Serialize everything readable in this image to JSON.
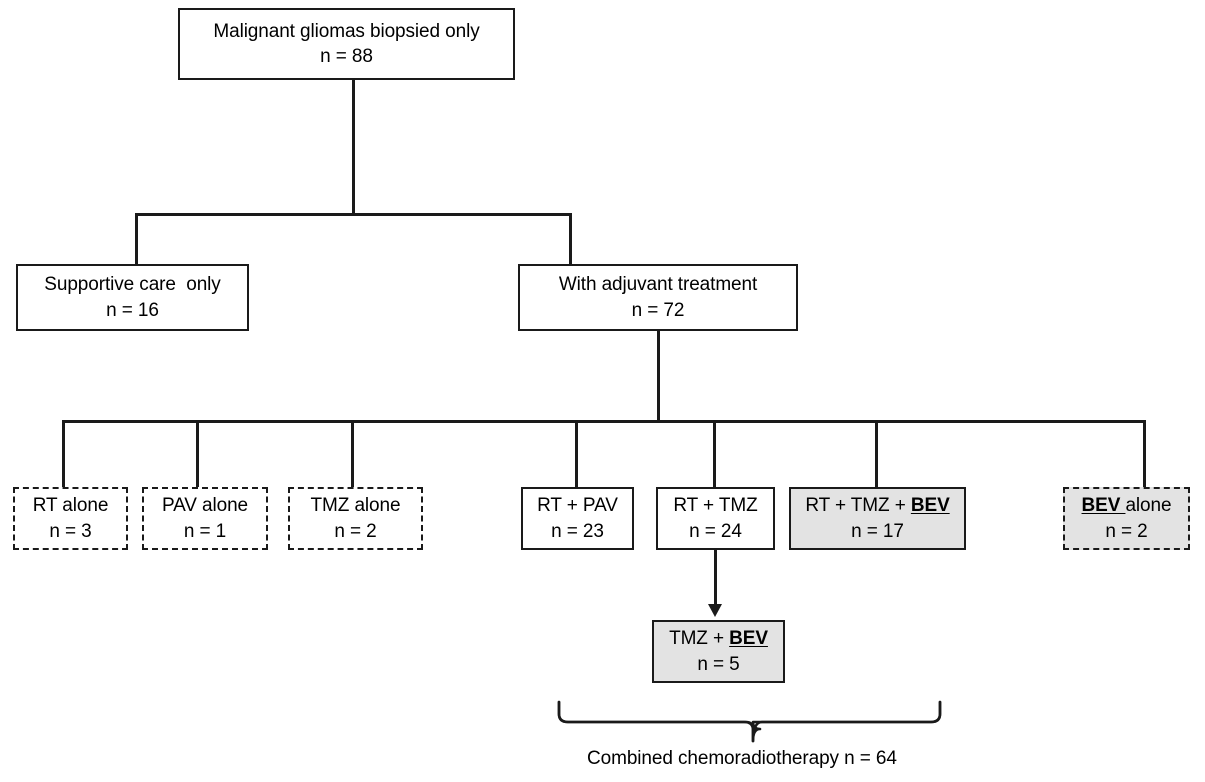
{
  "diagram": {
    "title_node": {
      "label": "Malignant gliomas biopsied only",
      "count": "n = 88"
    },
    "level2": [
      {
        "name": "supportive-care",
        "label": "Supportive care  only",
        "count": "n = 16",
        "style": "solid-white"
      },
      {
        "name": "with-adjuvant-treatment",
        "label": "With adjuvant treatment",
        "count": "n = 72",
        "style": "solid-white"
      }
    ],
    "level3": [
      {
        "name": "rt-alone",
        "label": "RT alone",
        "count": "n = 3",
        "style": "dashed-white"
      },
      {
        "name": "pav-alone",
        "label": "PAV alone",
        "count": "n = 1",
        "style": "dashed-white"
      },
      {
        "name": "tmz-alone",
        "label": "TMZ alone",
        "count": "n = 2",
        "style": "dashed-white"
      },
      {
        "name": "rt-plus-pav",
        "label": "RT + PAV",
        "count": "n = 23",
        "style": "solid-white"
      },
      {
        "name": "rt-plus-tmz",
        "label": "RT + TMZ",
        "count": "n = 24",
        "style": "solid-white"
      },
      {
        "name": "rt-plus-tmz-plus-bev",
        "label_prefix": "RT + TMZ + ",
        "label_bold": "BEV",
        "count": "n = 17",
        "style": "solid-gray"
      },
      {
        "name": "bev-alone",
        "label_bold": "BEV ",
        "label_suffix": "alone",
        "count": "n = 2",
        "style": "dashed-gray"
      }
    ],
    "level4": [
      {
        "name": "tmz-plus-bev",
        "label_prefix": "TMZ + ",
        "label_bold": "BEV",
        "count": "n = 5",
        "style": "solid-gray"
      }
    ],
    "bracket_caption": "Combined chemoradiotherapy n = 64",
    "colors": {
      "stroke": "#1a1a1a",
      "fill_white": "#ffffff",
      "fill_gray": "#e3e3e3",
      "text": "#000000"
    }
  }
}
